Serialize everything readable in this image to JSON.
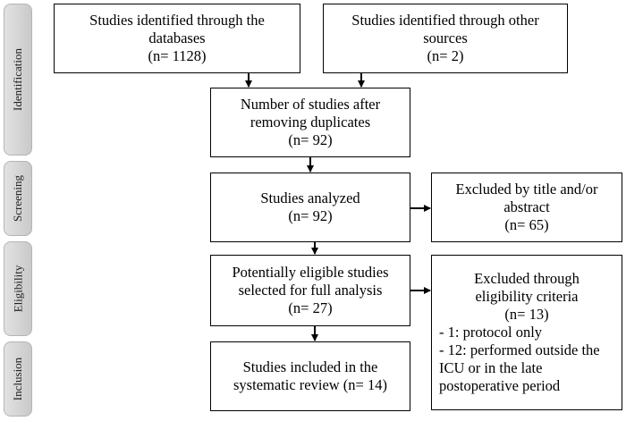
{
  "stages": [
    "Identification",
    "Screening",
    "Eligibility",
    "Inclusion"
  ],
  "boxes": {
    "databases": [
      "Studies identified through the",
      "databases",
      "(n= 1128)"
    ],
    "other_sources": [
      "Studies identified through other",
      "sources",
      "(n= 2)"
    ],
    "after_duplicates": [
      "Number of studies after",
      "removing duplicates",
      "(n= 92)"
    ],
    "analyzed": [
      "Studies analyzed",
      "(n= 92)"
    ],
    "excluded_title": [
      "Excluded by title and/or",
      "abstract",
      "(n= 65)"
    ],
    "eligible": [
      "Potentially eligible studies",
      "selected for full analysis",
      "(n= 27)"
    ],
    "excluded_criteria": {
      "header": [
        "Excluded through",
        "eligibility  criteria",
        "(n= 13)"
      ],
      "items": [
        "- 1: protocol only",
        "- 12: performed outside the",
        "ICU or in the late",
        "postoperative period"
      ]
    },
    "included": [
      "Studies included in the",
      "systematic review (n= 14)"
    ]
  }
}
